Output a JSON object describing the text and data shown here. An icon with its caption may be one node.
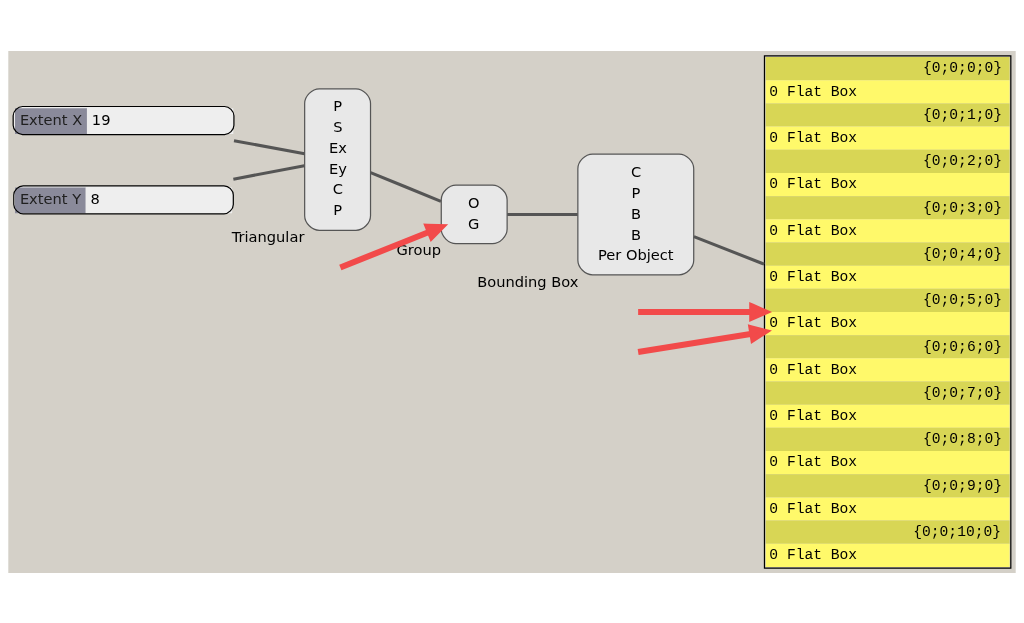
{
  "diagram": {
    "nodes": [
      {
        "text": [
          "Extent X",
          "19"
        ]
      },
      {
        "text": [
          "Extent Y",
          "8"
        ]
      },
      {
        "text": [
          "P",
          "S",
          "Ex",
          "Ey",
          "C",
          "P"
        ],
        "beside": [
          "Triangular"
        ]
      },
      {
        "text": [
          "O",
          "G"
        ],
        "beside": [
          "Group"
        ]
      },
      {
        "text": [
          "C",
          "P",
          "B",
          "B",
          "Per Object"
        ],
        "beside": [
          "Bounding Box"
        ]
      },
      {
        "text": [
          "{0;0;0;0}",
          "0 Flat Box",
          "{0;0;1;0}",
          "0 Flat Box",
          "{0;0;2;0}",
          "0 Flat Box",
          "{0;0;3;0}",
          "0 Flat Box",
          "{0;0;4;0}",
          "0 Flat Box",
          "{0;0;5;0}",
          "0 Flat Box",
          "{0;0;6;0}",
          "0 Flat Box",
          "{0;0;7;0}",
          "0 Flat Box",
          "{0;0;8;0}",
          "0 Flat Box",
          "{0;0;9;0}",
          "0 Flat Box",
          "{0;0;10;0}",
          "0 Flat Box"
        ]
      }
    ],
    "edges": [
      {
        "from": 0,
        "to": 2,
        "arrow": "none"
      },
      {
        "from": 1,
        "to": 2,
        "arrow": "none"
      },
      {
        "from": 2,
        "to": 3,
        "arrow": "none"
      },
      {
        "from": 3,
        "to": 4,
        "arrow": "none"
      },
      {
        "from": 4,
        "to": 5,
        "arrow": "none"
      },
      {
        "from": null,
        "to": 5,
        "arrow": "to",
        "style": "thick",
        "color": "#f24a4a"
      },
      {
        "from": null,
        "to": 5,
        "arrow": "to",
        "style": "thick",
        "color": "#f24a4a"
      },
      {
        "from": null,
        "to": 3,
        "arrow": "to",
        "style": "thick",
        "color": "#f24a4a"
      }
    ]
  }
}
